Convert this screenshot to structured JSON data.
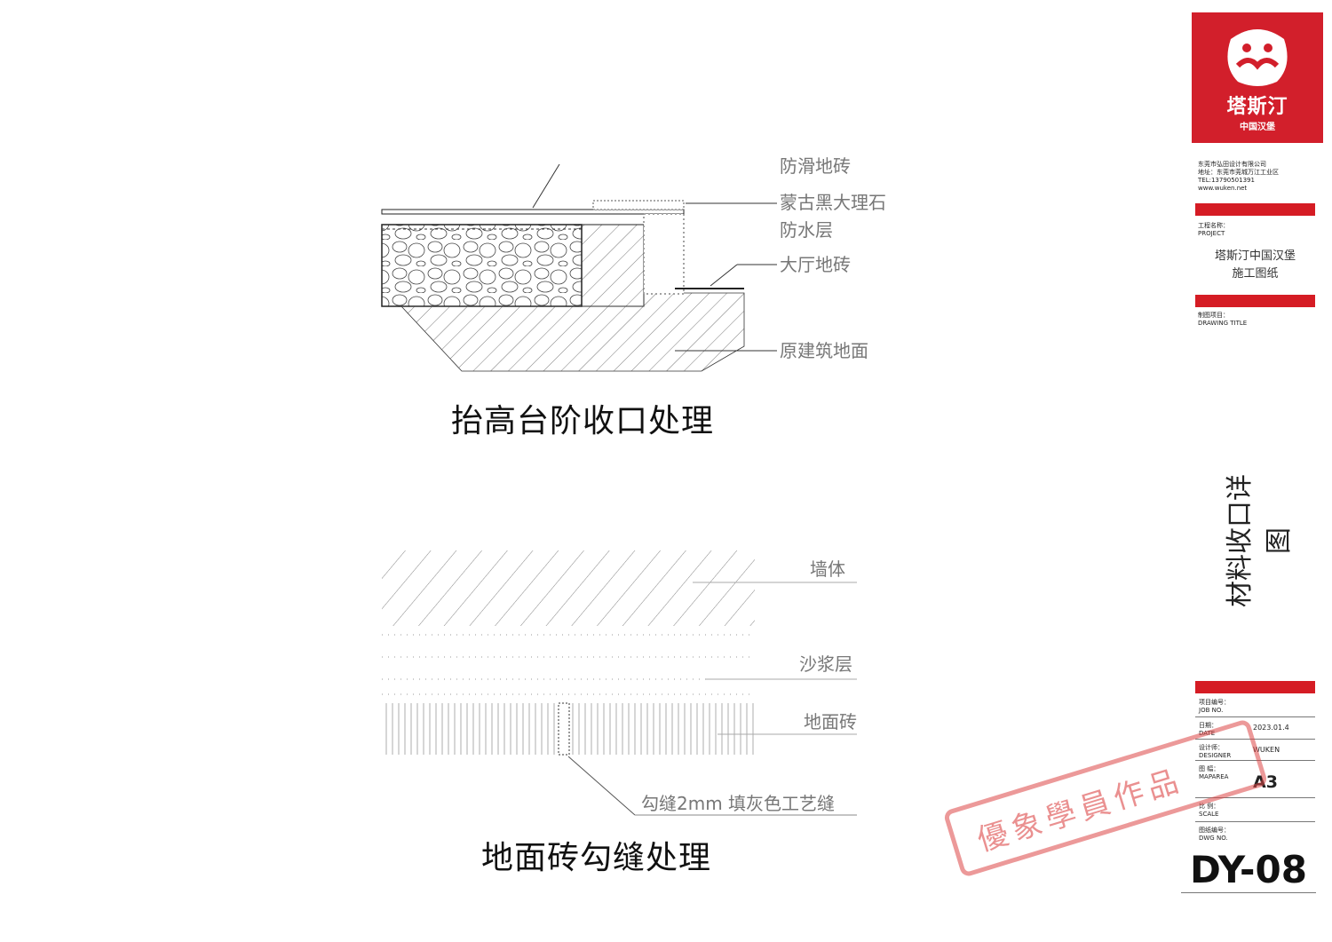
{
  "detail1": {
    "caption": "抬高台阶收口处理",
    "labels": [
      "防滑地砖",
      "蒙古黑大理石",
      "防水层",
      "大厅地砖",
      "原建筑地面"
    ]
  },
  "detail2": {
    "caption": "地面砖勾缝处理",
    "labels": [
      "墙体",
      "沙浆层",
      "地面砖",
      "勾缝2mm 填灰色工艺缝"
    ]
  },
  "logo": {
    "brand": "塔斯汀",
    "sub": "中国汉堡"
  },
  "company": {
    "name": "东莞市弘田设计有限公司",
    "address": "地址：东莞市莞城万江工业区",
    "tel": "TEL:13790501391",
    "web": "www.wuken.net"
  },
  "project": {
    "label_cn": "工程名称：",
    "label_en": "PROJECT",
    "name_line1": "塔斯汀中国汉堡",
    "name_line2": "施工图纸"
  },
  "drawing_title": {
    "label_cn": "制图项目：",
    "label_en": "DRAWING TITLE",
    "title": "材料收口详图"
  },
  "info": [
    {
      "cn": "项目编号：",
      "en": "JOB NO.",
      "value": ""
    },
    {
      "cn": "日期：",
      "en": "DATE",
      "value": "2023.01.4"
    },
    {
      "cn": "设计师：",
      "en": "DESIGNER",
      "value": "WUKEN"
    },
    {
      "cn": "图 幅：",
      "en": "MAPAREA",
      "value": "A3"
    },
    {
      "cn": "比 例：",
      "en": "SCALE",
      "value": ""
    },
    {
      "cn": "图纸编号：",
      "en": "DWG NO.",
      "value": ""
    }
  ],
  "dwg_no": "DY-08",
  "stamp": "優象學員作品",
  "colors": {
    "brand_red": "#d21f2b"
  }
}
